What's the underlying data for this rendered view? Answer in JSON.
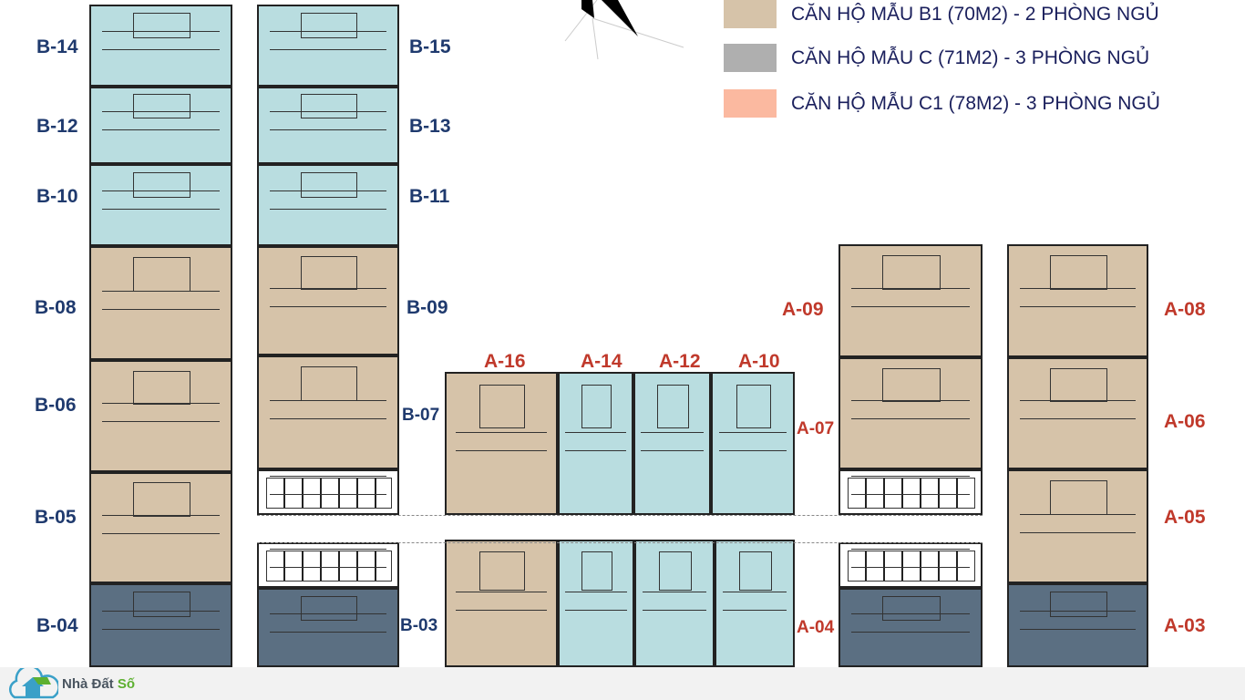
{
  "legend": [
    {
      "label": "CĂN HỘ MẪU B1 (70M2) - 2 PHÒNG NGỦ",
      "color": "#d6c3a9"
    },
    {
      "label": "CĂN HỘ MẪU C (71M2) - 3 PHÒNG NGỦ",
      "color": "#afafaf"
    },
    {
      "label": "CĂN HỘ MẪU C1 (78M2) - 3 PHÒNG NGỦ",
      "color": "#fbb9a0"
    }
  ],
  "units_b": [
    "B-14",
    "B-15",
    "B-12",
    "B-13",
    "B-10",
    "B-11",
    "B-08",
    "B-09",
    "B-06",
    "B-07",
    "B-05",
    "B-04",
    "B-03"
  ],
  "units_a": [
    "A-16",
    "A-14",
    "A-12",
    "A-10",
    "A-09",
    "A-08",
    "A-07",
    "A-06",
    "A-05",
    "A-04",
    "A-03"
  ],
  "footer": {
    "brand_part1": "Nhà Đất ",
    "brand_part2": "Số"
  },
  "colors": {
    "blue_unit": "#b9dde0",
    "tan_unit": "#d6c3a9",
    "dark_unit": "#5b6f82",
    "label_b": "#1f3a6e",
    "label_a": "#c0392b"
  }
}
